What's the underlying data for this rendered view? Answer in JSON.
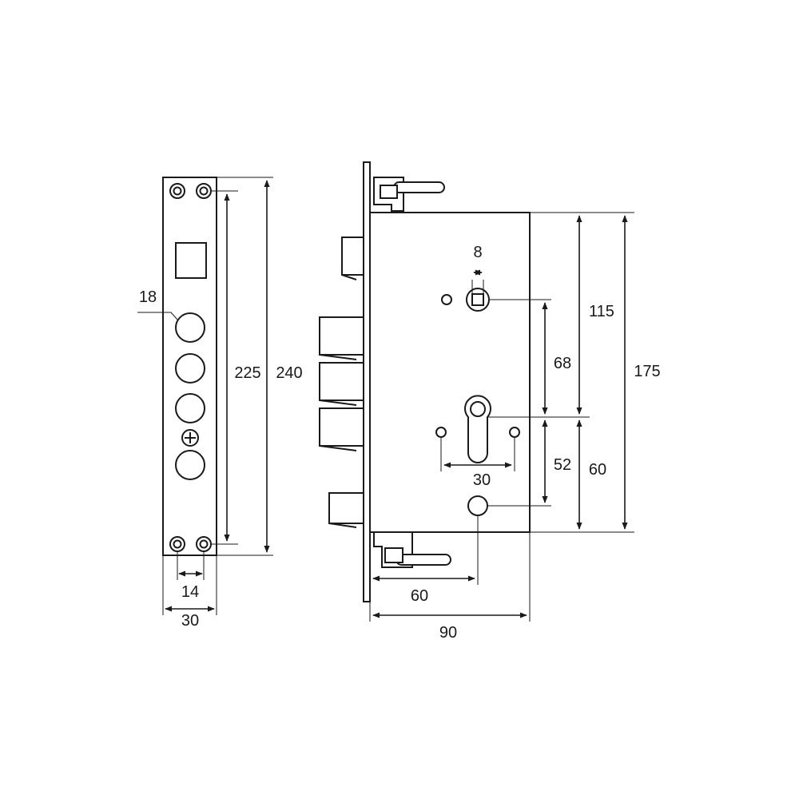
{
  "dimensions": {
    "faceplate_hole_diameter": "18",
    "faceplate_screw_spacing": "225",
    "faceplate_length": "240",
    "faceplate_screw_pitch": "14",
    "faceplate_width": "30",
    "spindle_square": "8",
    "spindle_to_cylinder": "68",
    "spindle_from_top": "115",
    "case_height": "175",
    "cylinder_to_lower_hole": "52",
    "cylinder_from_bottom": "60",
    "cylinder_fixing_spacing": "30",
    "backset": "60",
    "case_depth": "90"
  }
}
